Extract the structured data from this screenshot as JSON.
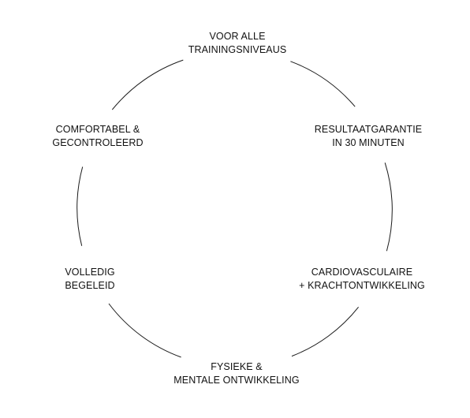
{
  "diagram": {
    "stroke_color": "#1a1a1a",
    "background": "#ffffff",
    "nodes": [
      {
        "id": "top",
        "lines": [
          "VOOR ALLE",
          "TRAININGSNIVEAUS"
        ]
      },
      {
        "id": "top-right",
        "lines": [
          "RESULTAATGARANTIE",
          "IN 30 MINUTEN"
        ]
      },
      {
        "id": "bottom-right",
        "lines": [
          "CARDIOVASCULAIRE",
          "+ KRACHTONTWIKKELING"
        ]
      },
      {
        "id": "bottom",
        "lines": [
          "FYSIEKE &",
          "MENTALE ONTWIKKELING"
        ]
      },
      {
        "id": "bottom-left",
        "lines": [
          "VOLLEDIG",
          "BEGELEID"
        ]
      },
      {
        "id": "top-left",
        "lines": [
          "COMFORTABEL &",
          "GECONTROLEERD"
        ]
      }
    ]
  }
}
